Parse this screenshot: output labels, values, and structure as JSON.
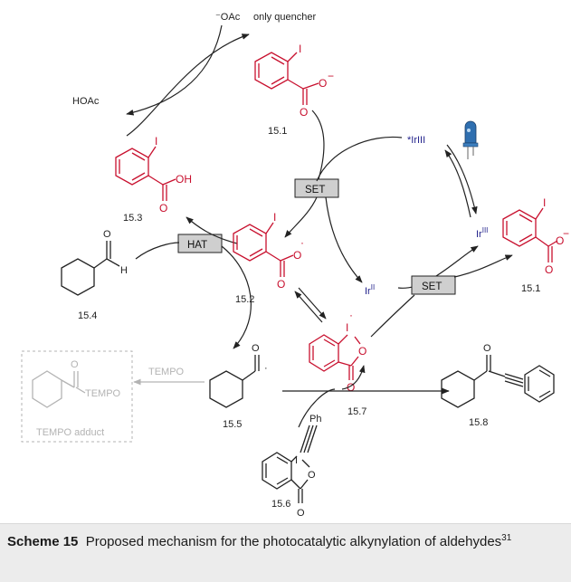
{
  "labels": {
    "oac": "⁻OAc",
    "hoac": "HOAc",
    "only_quencher": "only quencher",
    "c151_top": "15.1",
    "c153": "15.3",
    "c152": "15.2",
    "c154": "15.4",
    "c155": "15.5",
    "c156": "15.6",
    "c157": "15.7",
    "c158": "15.8",
    "c151_right": "15.1",
    "ir_excited": "*IrIII",
    "ir_iii": "Ir",
    "ir_iii_sup": "III",
    "ir_ii": "Ir",
    "ir_ii_sup": "II",
    "set_top": "SET",
    "set_bottom": "SET",
    "hat": "HAT",
    "tempo": "TEMPO",
    "tempo_group": "TEMPO",
    "tempo_adduct": "TEMPO adduct",
    "ph": "Ph",
    "atom_I": "I",
    "atom_O": "O",
    "atom_OH": "OH",
    "atom_H": "H",
    "atom_Ominus": "O",
    "minus": "−",
    "radical_dot": "·"
  },
  "caption": {
    "label": "Scheme 15",
    "text": "Proposed mechanism for the photocatalytic alkynylation of aldehydes",
    "ref": "31"
  },
  "colors": {
    "red": "#c8102e",
    "blue": "#23238c",
    "gray": "#b3b3b3",
    "caption_bg": "#ececec"
  }
}
